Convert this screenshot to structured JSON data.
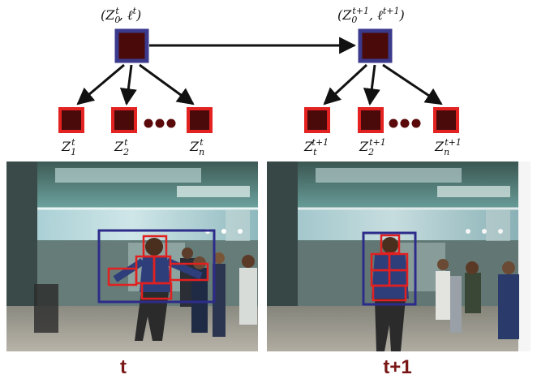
{
  "colors": {
    "root_fill": "#4a0a0a",
    "root_stroke": "#3b3a8c",
    "part_fill": "#4a0a0a",
    "part_stroke": "#e32222",
    "arrow": "#111111",
    "dots": "#5a0a0a",
    "label_red": "#7a1818",
    "bbox_blue": "#2e2c8a",
    "bbox_red": "#e22020"
  },
  "left_tree": {
    "root_label": {
      "base": "(Z",
      "sub": "0",
      "sup": "t",
      "tail": ", ℓ",
      "tail_sup": "t",
      "close": ")"
    },
    "parts": [
      {
        "base": "Z",
        "sub": "1",
        "sup": "t"
      },
      {
        "base": "Z",
        "sub": "2",
        "sup": "t"
      },
      {
        "base": "Z",
        "sub": "n",
        "sup": "t"
      }
    ]
  },
  "right_tree": {
    "root_label": {
      "base": "(Z",
      "sub": "0",
      "sup": "t+1",
      "tail": ", ℓ",
      "tail_sup": "t+1",
      "close": ")"
    },
    "parts": [
      {
        "base": "Z",
        "sub": "t",
        "sup": "t+1"
      },
      {
        "base": "Z",
        "sub": "2",
        "sup": "t+1"
      },
      {
        "base": "Z",
        "sub": "n",
        "sup": "t+1"
      }
    ]
  },
  "frames": [
    {
      "label": "t"
    },
    {
      "label": "t+1"
    }
  ]
}
